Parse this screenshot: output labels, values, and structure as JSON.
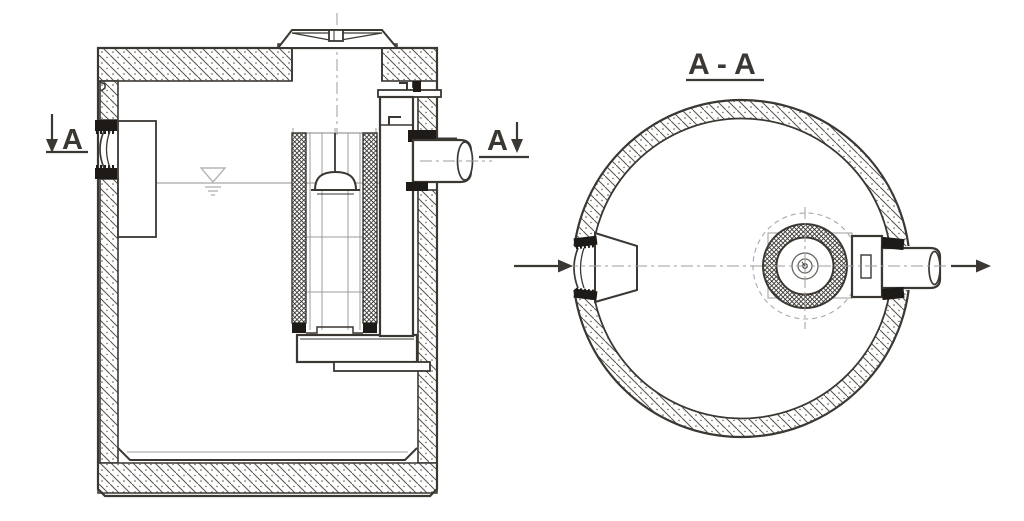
{
  "colors": {
    "background": "#ffffff",
    "line": "#3b3733",
    "auxiliary_gray": "#9c9c9c",
    "water_gray": "#b5b5b5",
    "seal_black": "#1d1a17"
  },
  "labels": {
    "section_arrow_left": "A",
    "section_arrow_right": "A",
    "section_view_title": "A - A"
  },
  "views": {
    "side_section": {
      "parts": [
        "concrete-tank-shell",
        "manhole-cover",
        "inlet-socket-with-seals",
        "inlet-baffle-box",
        "water-level-symbol",
        "coalescing-filter-cartridge",
        "float-dome",
        "filter-bottom-tray",
        "outlet-standpipe",
        "outlet-pipe"
      ]
    },
    "plan_section": {
      "title": "A - A",
      "parts": [
        "circular-tank-wall",
        "inlet-diffuser",
        "filter-cartridge-ring",
        "outlet-box",
        "outlet-pipe",
        "flow-direction-arrows"
      ]
    }
  }
}
